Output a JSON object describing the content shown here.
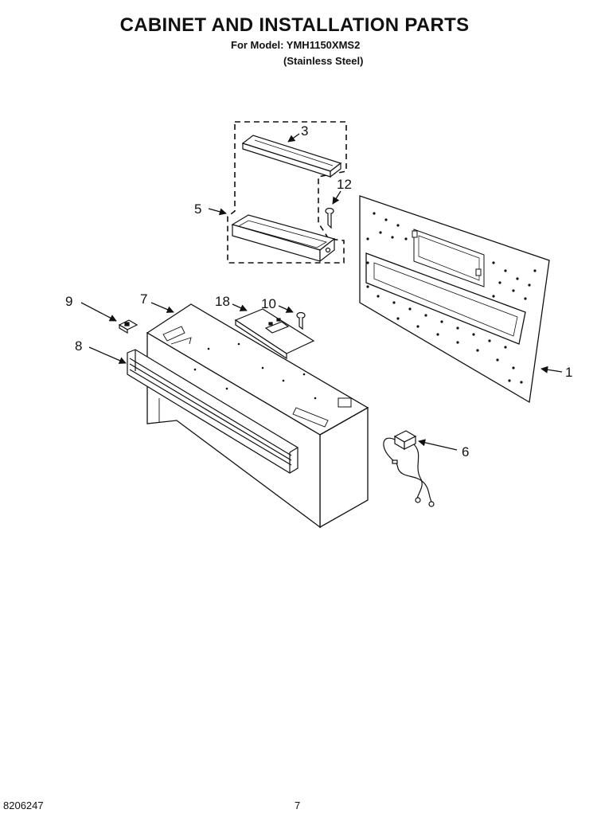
{
  "header": {
    "title": "CABINET AND INSTALLATION PARTS",
    "model": "For Model: YMH1150XMS2",
    "finish": "(Stainless Steel)"
  },
  "callouts": [
    "3",
    "12",
    "5",
    "9",
    "7",
    "18",
    "10",
    "8",
    "1",
    "6"
  ],
  "footer": {
    "doc_number": "8206247",
    "page": "7"
  }
}
